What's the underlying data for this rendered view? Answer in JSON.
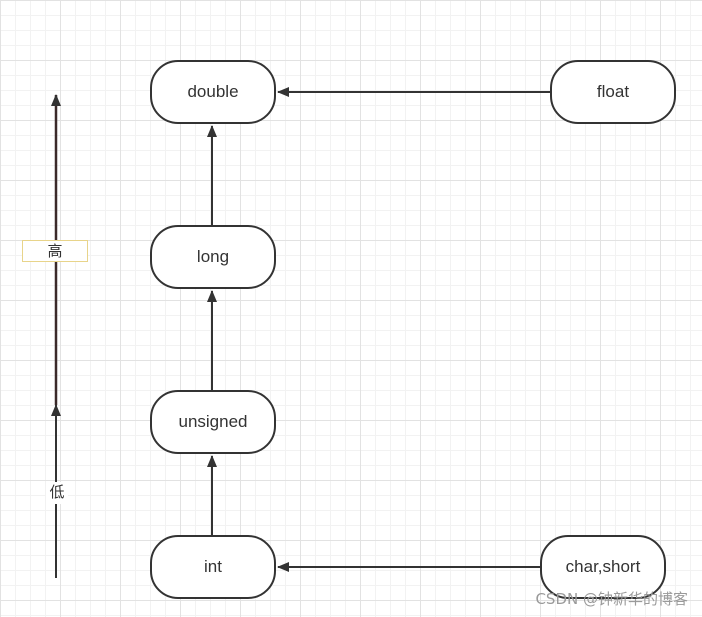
{
  "nodes": {
    "double": "double",
    "float": "float",
    "long": "long",
    "unsigned": "unsigned",
    "int": "int",
    "char_short": "char,short"
  },
  "axis": {
    "high_label": "高",
    "low_label": "低"
  },
  "watermark": "CSDN @钟新华的博客",
  "colors": {
    "stroke": "#333333",
    "axis_line": "#3b2a2a",
    "grid_major": "#e2e2e2",
    "grid_minor": "#f2f2f2",
    "label_border": "#e8d48a",
    "watermark": "#9a9a9a"
  }
}
